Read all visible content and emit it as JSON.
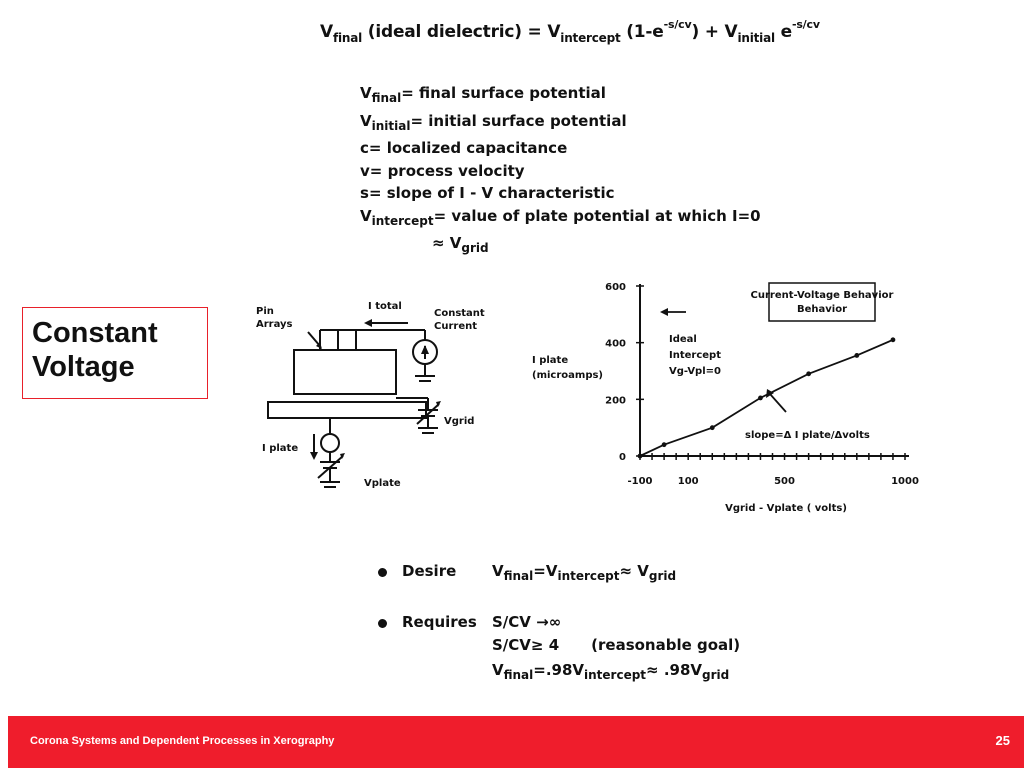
{
  "equation": {
    "v": "V",
    "final_sub": "final",
    "dielectric": "(ideal dielectric) = V",
    "intercept_sub": "intercept",
    "part1": "(1-e",
    "exp1": "-s/cv",
    "part2": ") + V",
    "initial_sub": "initial",
    "e": "e",
    "exp2": "-s/cv"
  },
  "definitions": [
    {
      "sym": "V",
      "sub": "final",
      "text": "= final surface potential"
    },
    {
      "sym": "V",
      "sub": "initial",
      "text": "= initial surface potential"
    },
    {
      "sym": "c",
      "sub": "",
      "text": "= localized capacitance"
    },
    {
      "sym": "v",
      "sub": "",
      "text": "= process velocity"
    },
    {
      "sym": "s",
      "sub": "",
      "text": "= slope of I - V  characteristic"
    },
    {
      "sym": "V",
      "sub": "intercept",
      "text": "= value of plate potential at which I=0"
    },
    {
      "sym": "≈ V",
      "sub": "grid",
      "text": ""
    }
  ],
  "title_box": {
    "line1": "Constant",
    "line2": "Voltage"
  },
  "circuit": {
    "pin_arrays": [
      "Pin",
      "Arrays"
    ],
    "i_total": "I total",
    "constant_current": [
      "Constant",
      "Current"
    ],
    "vgrid": "Vgrid",
    "i_plate": "I plate",
    "vplate": "Vplate"
  },
  "chart_data": {
    "type": "line",
    "title": "Current-Voltage Behavior",
    "xlabel": "Vgrid - Vplate ( volts)",
    "ylabel": "I plate (microamps)",
    "ylabel_lines": [
      "I plate",
      "(microamps)"
    ],
    "x_ticks": [
      -100,
      100,
      500,
      1000
    ],
    "y_ticks": [
      0,
      200,
      400,
      600
    ],
    "xlim": [
      -100,
      1000
    ],
    "ylim": [
      0,
      600
    ],
    "x": [
      -100,
      0,
      200,
      400,
      600,
      800,
      950
    ],
    "y": [
      0,
      40,
      100,
      205,
      290,
      355,
      410
    ],
    "annotations": {
      "ideal_intercept": [
        "Ideal",
        "Intercept",
        "Vg-Vpl=0"
      ],
      "slope": "slope=Δ I plate/Δvolts"
    }
  },
  "bullets": {
    "desire": {
      "label": "Desire",
      "v": "V",
      "s1": "final",
      "t1": "=V",
      "s2": "intercept",
      "t2": "≈ V",
      "s3": "grid"
    },
    "requires": {
      "label": "Requires",
      "line1": "S/CV →∞",
      "line2a": "S/CV≥ 4",
      "line2b": "(reasonable goal)",
      "v": "V",
      "s1": "final",
      "t1": "=.98V",
      "s2": "intercept",
      "t2": "≈ .98V",
      "s3": "grid"
    }
  },
  "footer": {
    "text": "Corona Systems and Dependent Processes in Xerography",
    "page": "25"
  },
  "colors": {
    "accent": "#ef1d2c"
  }
}
